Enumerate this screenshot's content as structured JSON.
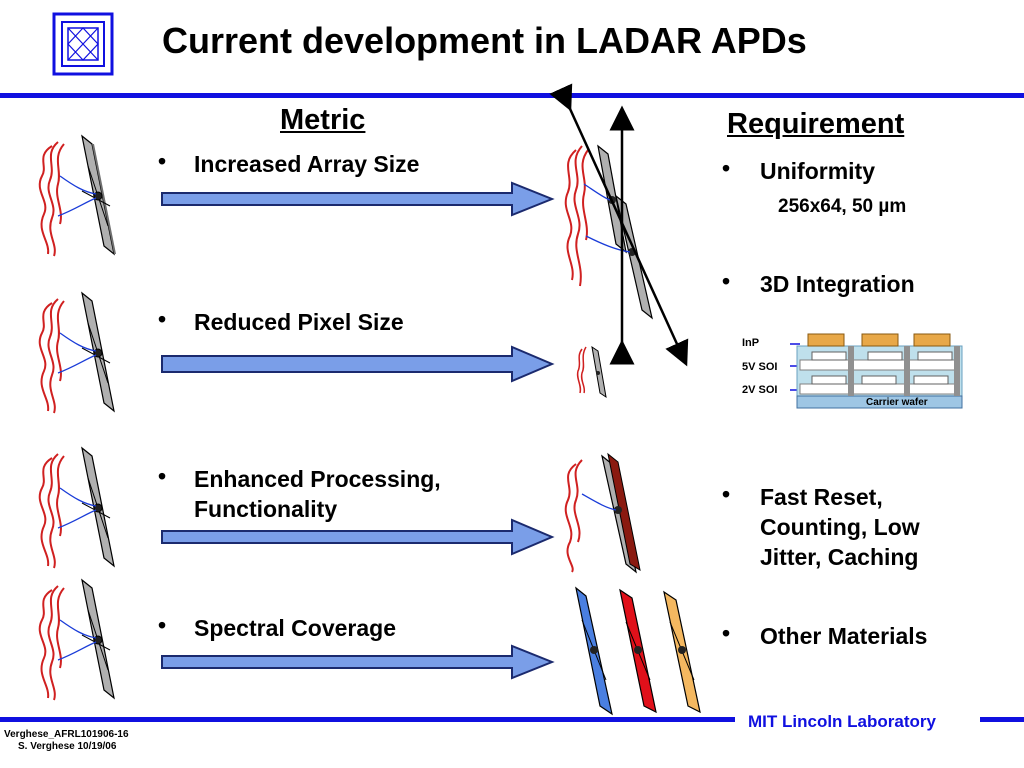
{
  "title": "Current development in LADAR APDs",
  "headers": {
    "metric": "Metric",
    "requirement": "Requirement"
  },
  "bullet_char": "•",
  "metrics": [
    {
      "label": "Increased Array Size"
    },
    {
      "label": "Reduced Pixel Size"
    },
    {
      "label": "Enhanced Processing,",
      "label2": "Functionality"
    },
    {
      "label": "Spectral Coverage"
    }
  ],
  "requirements": [
    {
      "label": "Uniformity",
      "sub": "256x64, 50 µm"
    },
    {
      "label": "3D Integration"
    },
    {
      "label": "Fast Reset,",
      "label2": "Counting, Low",
      "label3": "Jitter, Caching"
    },
    {
      "label": "Other Materials"
    }
  ],
  "stack_diagram": {
    "layers": [
      "InP",
      "5V SOI",
      "2V SOI"
    ],
    "carrier": "Carrier wafer"
  },
  "footer": {
    "lab": "MIT Lincoln Laboratory",
    "doc_id": "Verghese_AFRL101906-16",
    "author_date": "S. Verghese 10/19/06"
  },
  "colors": {
    "accent_blue": "#1010e0",
    "arrow_fill": "#7a9ee8",
    "material_colors": [
      "#4a7fe0",
      "#e0101a",
      "#f4b860"
    ]
  }
}
